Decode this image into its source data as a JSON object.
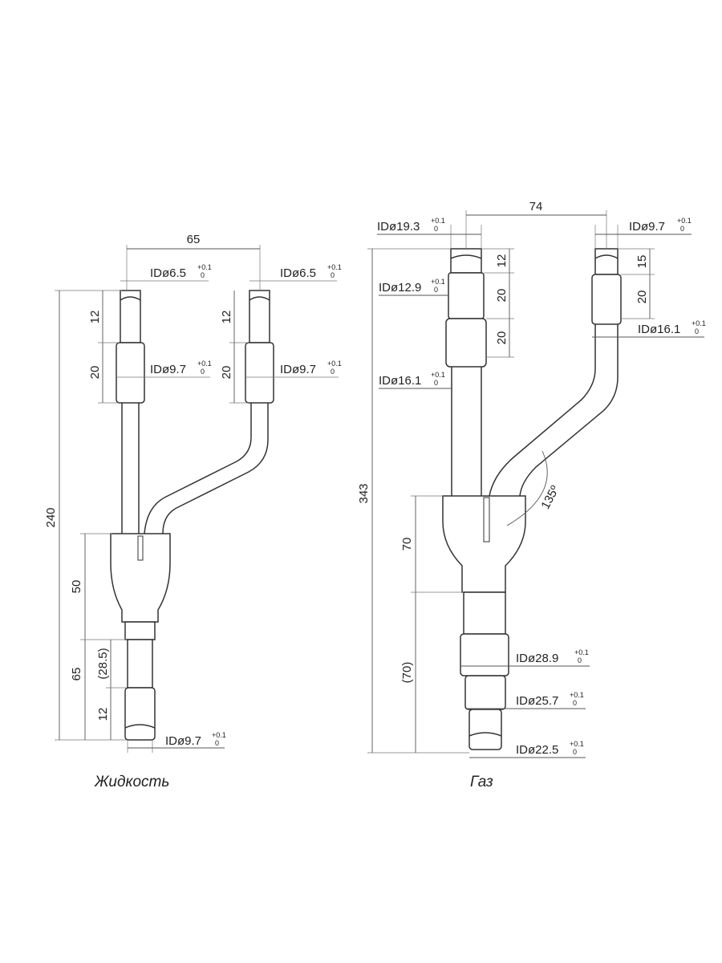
{
  "liquid": {
    "caption": "Жидкость",
    "dims": {
      "width_top": "65",
      "total_height": "240",
      "seg_12_left": "12",
      "seg_20_left": "20",
      "seg_12_right": "12",
      "seg_20_right": "20",
      "body_50": "50",
      "bottom_65": "65",
      "bottom_285": "(28.5)",
      "bottom_12": "12"
    },
    "labels": {
      "id_top_left": "IDø6.5",
      "id_top_right": "IDø6.5",
      "id_mid_left": "IDø9.7",
      "id_mid_right": "IDø9.7",
      "id_bottom": "IDø9.7"
    }
  },
  "gas": {
    "caption": "Газ",
    "dims": {
      "width_top": "74",
      "total_height": "343",
      "seg_12": "12",
      "seg_20a": "20",
      "seg_20b": "20",
      "seg_15": "15",
      "seg_20_right": "20",
      "angle": "135º",
      "body_70": "70",
      "bottom_70": "(70)"
    },
    "labels": {
      "id_193": "IDø19.3",
      "id_129": "IDø12.9",
      "id_161_left": "IDø16.1",
      "id_97": "IDø9.7",
      "id_161_right": "IDø16.1",
      "id_289": "IDø28.9",
      "id_257": "IDø25.7",
      "id_225": "IDø22.5"
    }
  },
  "tolerance": {
    "upper": "+0.1",
    "lower": "0"
  }
}
